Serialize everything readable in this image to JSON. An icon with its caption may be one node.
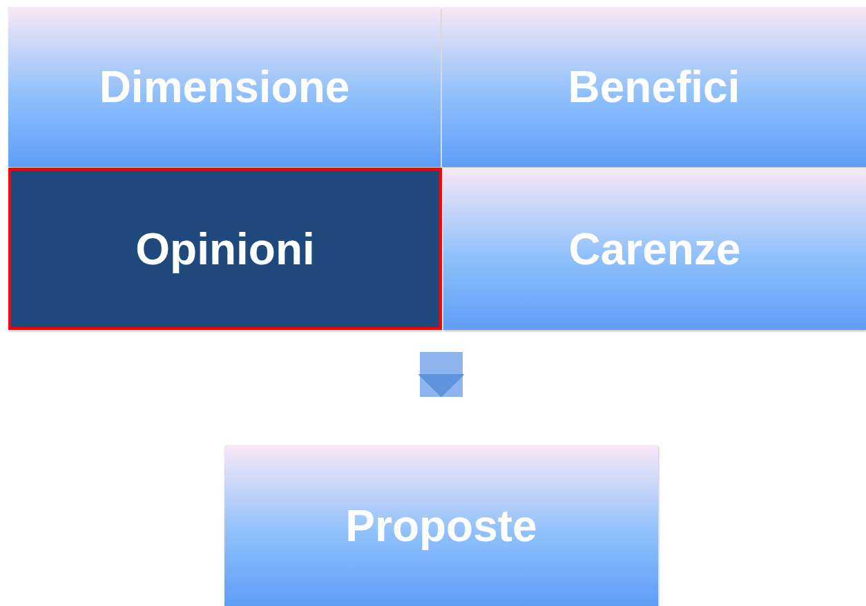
{
  "diagram": {
    "nodes": [
      {
        "text": [
          "Dimensione"
        ]
      },
      {
        "text": [
          "Benefici"
        ]
      },
      {
        "text": [
          "Opinioni"
        ]
      },
      {
        "text": [
          "Carenze"
        ]
      },
      {
        "text": [
          "Proposte"
        ]
      }
    ],
    "edges": [
      {
        "from": null,
        "to": 4,
        "arrow": "to"
      }
    ]
  }
}
